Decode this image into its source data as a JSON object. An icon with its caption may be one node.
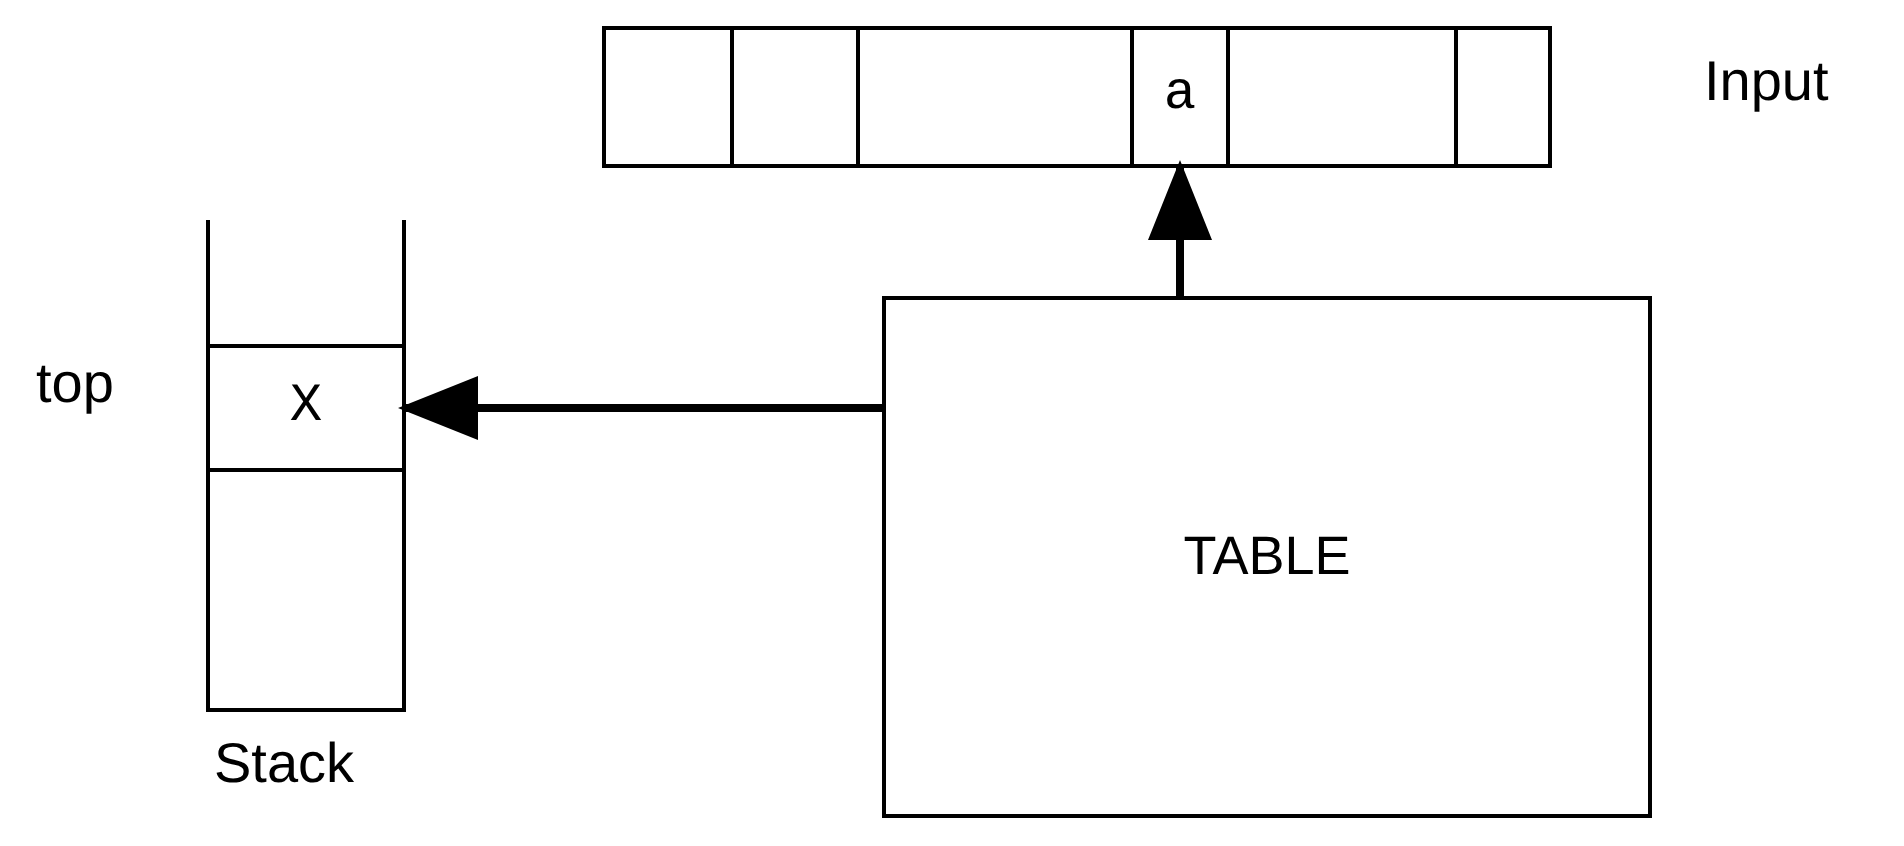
{
  "diagram": {
    "nodes": [
      {
        "text": [],
        "shape": "box"
      },
      {
        "text": [],
        "shape": "box"
      },
      {
        "text": [],
        "shape": "box"
      },
      {
        "text": [
          "a"
        ]
      },
      {
        "text": [],
        "shape": "box"
      },
      {
        "text": [],
        "shape": "box"
      },
      {
        "text": [],
        "shape": "box"
      },
      {
        "text": [
          "X"
        ]
      },
      {
        "text": [],
        "shape": "box"
      },
      {
        "text": [
          "TABLE"
        ]
      }
    ],
    "edges": [
      {
        "from": 9,
        "to": 3,
        "arrow": "to"
      },
      {
        "from": 9,
        "to": 7,
        "arrow": "to"
      }
    ],
    "labels": [
      "Input",
      "top",
      "Stack"
    ]
  }
}
